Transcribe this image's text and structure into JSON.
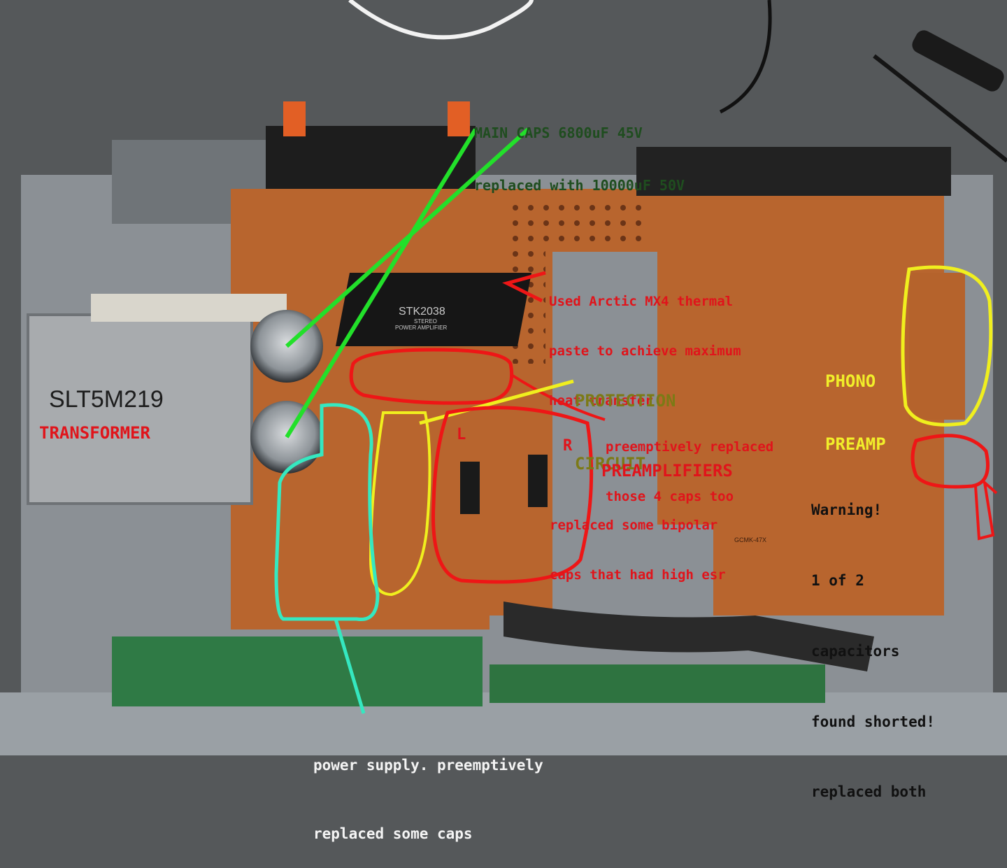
{
  "board_markings": {
    "chip_name": "STK2038",
    "chip_line1": "STEREO",
    "chip_line2": "POWER AMPLIFIER",
    "transformer_model": "SLT5M219",
    "left_channel": "L",
    "right_channel": "R",
    "board_code": "GCMK-47X"
  },
  "annotations": {
    "main_caps_line1": "MAIN CAPS 6800uF 45V",
    "main_caps_line2": "replaced with 10000uF 50V",
    "thermal_line1": "Used Arctic MX4 thermal",
    "thermal_line2": "paste to achieve maximum",
    "thermal_line3": "heat transfer",
    "protection_line1": "PROTECTION",
    "protection_line2": "CIRCUIT",
    "protection_caps_line1": "preemptively replaced",
    "protection_caps_line2": "those 4 caps too",
    "phono_line1": "PHONO",
    "phono_line2": "PREAMP",
    "transformer": "TRANSFORMER",
    "preamps_title": "PREAMPLIFIERS",
    "preamps_line1": "replaced some bipolar",
    "preamps_line2": "caps that had high esr",
    "warning_line1": "Warning!",
    "warning_line2": "1 of 2",
    "warning_line3": "capacitors",
    "warning_line4": "found shorted!",
    "warning_line5": "replaced both",
    "psu_line1": "power supply. preemptively",
    "psu_line2": "replaced some caps"
  },
  "colors": {
    "background": "#55585a",
    "pcb": "#b8652e",
    "green_marker": "#22e02a",
    "red_marker": "#ee1616",
    "yellow_marker": "#f0ef1e",
    "cyan_marker": "#35e8c0"
  }
}
